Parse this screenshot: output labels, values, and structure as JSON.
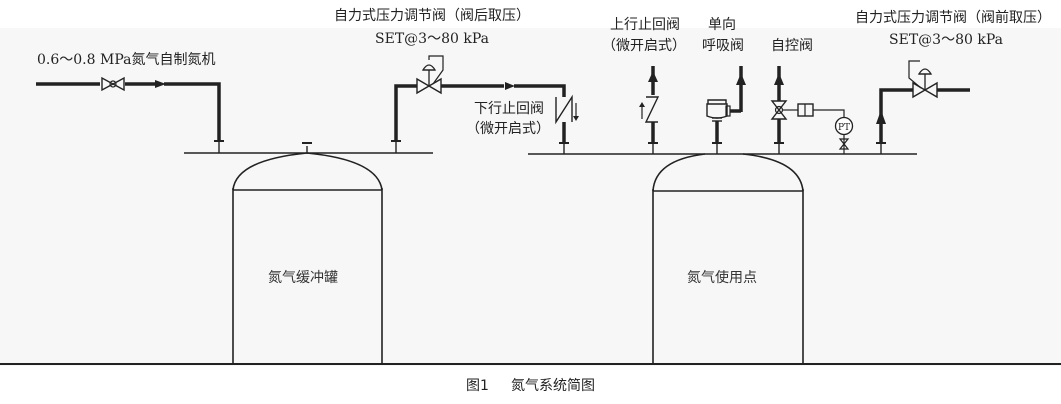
{
  "labels": {
    "source": "0.6～0.8 MPa氮气自制氮机",
    "reg_valve_after_title": "自力式压力调节阀（阀后取压）",
    "reg_valve_after_set": "SET@3～80 kPa",
    "check_down_title": "下行止回阀",
    "check_down_sub": "（微开启式）",
    "check_up_title": "上行止回阀",
    "check_up_sub": "（微开启式）",
    "breather_title": "单向",
    "breather_sub": "呼吸阀",
    "self_control": "自控阀",
    "reg_valve_before_title": "自力式压力调节阀（阀前取压）",
    "reg_valve_before_set": "SET@3～80 kPa",
    "pt": "PT"
  },
  "tanks": {
    "buffer": "氮气缓冲罐",
    "use_point": "氮气使用点"
  },
  "caption": {
    "figure": "图1",
    "title": "氮气系统简图"
  },
  "colors": {
    "line": "#222222",
    "background": "#f7f7f7"
  }
}
